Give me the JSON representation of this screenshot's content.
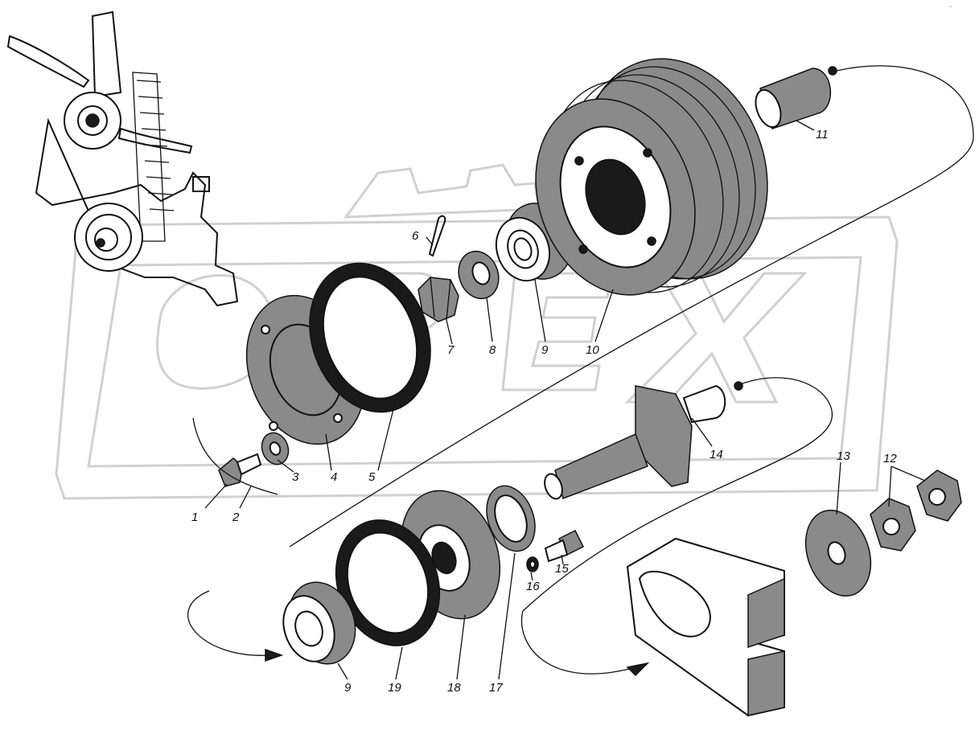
{
  "watermark": "OPEX",
  "corner_mark": "′″",
  "callouts": [
    {
      "id": "c1",
      "text": "1"
    },
    {
      "id": "c2",
      "text": "2"
    },
    {
      "id": "c3",
      "text": "3"
    },
    {
      "id": "c4",
      "text": "4"
    },
    {
      "id": "c5",
      "text": "5"
    },
    {
      "id": "c6",
      "text": "6"
    },
    {
      "id": "c7",
      "text": "7"
    },
    {
      "id": "c8",
      "text": "8"
    },
    {
      "id": "c9a",
      "text": "9"
    },
    {
      "id": "c10",
      "text": "10"
    },
    {
      "id": "c11",
      "text": "11"
    },
    {
      "id": "c12",
      "text": "12"
    },
    {
      "id": "c13",
      "text": "13"
    },
    {
      "id": "c14",
      "text": "14"
    },
    {
      "id": "c15",
      "text": "15"
    },
    {
      "id": "c16",
      "text": "16"
    },
    {
      "id": "c17",
      "text": "17"
    },
    {
      "id": "c18",
      "text": "18"
    },
    {
      "id": "c19",
      "text": "19"
    },
    {
      "id": "c9b",
      "text": "9"
    }
  ]
}
